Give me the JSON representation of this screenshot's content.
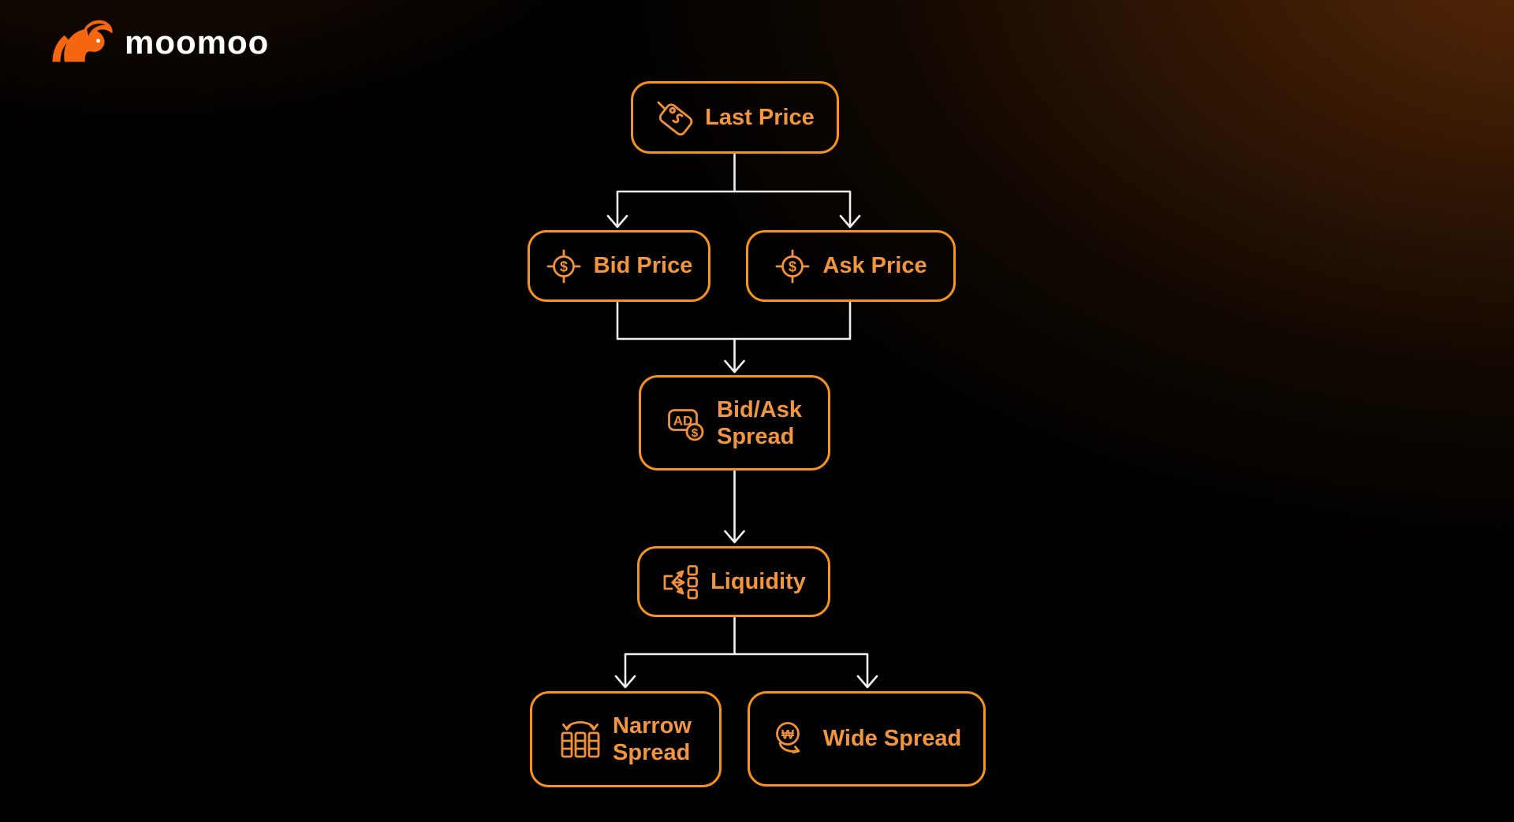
{
  "brand": {
    "name": "moomoo"
  },
  "colors": {
    "background": "#000000",
    "glow_brown": "#4A2206",
    "box_border_orange": "#F6921E",
    "label_orange": "#F2953F",
    "logo_orange": "#F4660F",
    "connector_white": "#F2F0EE",
    "wordmark_white": "#FFFFFF"
  },
  "icons": {
    "dollar_glyph": "$",
    "ad_glyph": "AD",
    "won_glyph": "₩"
  },
  "flowchart": {
    "nodes": [
      {
        "id": "last-price",
        "label": "Last Price",
        "icon": "price-tag-icon"
      },
      {
        "id": "bid-price",
        "label": "Bid Price",
        "icon": "target-dollar-icon"
      },
      {
        "id": "ask-price",
        "label": "Ask Price",
        "icon": "target-dollar-icon"
      },
      {
        "id": "bid-ask-spread",
        "line1": "Bid/Ask",
        "line2": "Spread",
        "icon": "ad-dollar-icon"
      },
      {
        "id": "liquidity",
        "label": "Liquidity",
        "icon": "flow-split-icon"
      },
      {
        "id": "narrow-spread",
        "line1": "Narrow",
        "line2": "Spread",
        "icon": "columns-arc-icon"
      },
      {
        "id": "wide-spread",
        "label": "Wide Spread",
        "icon": "won-arrow-icon"
      }
    ],
    "edges": [
      {
        "from": "last-price",
        "to": "bid-price"
      },
      {
        "from": "last-price",
        "to": "ask-price"
      },
      {
        "from": "bid-price",
        "to": "bid-ask-spread"
      },
      {
        "from": "ask-price",
        "to": "bid-ask-spread"
      },
      {
        "from": "bid-ask-spread",
        "to": "liquidity"
      },
      {
        "from": "liquidity",
        "to": "narrow-spread"
      },
      {
        "from": "liquidity",
        "to": "wide-spread"
      }
    ]
  }
}
